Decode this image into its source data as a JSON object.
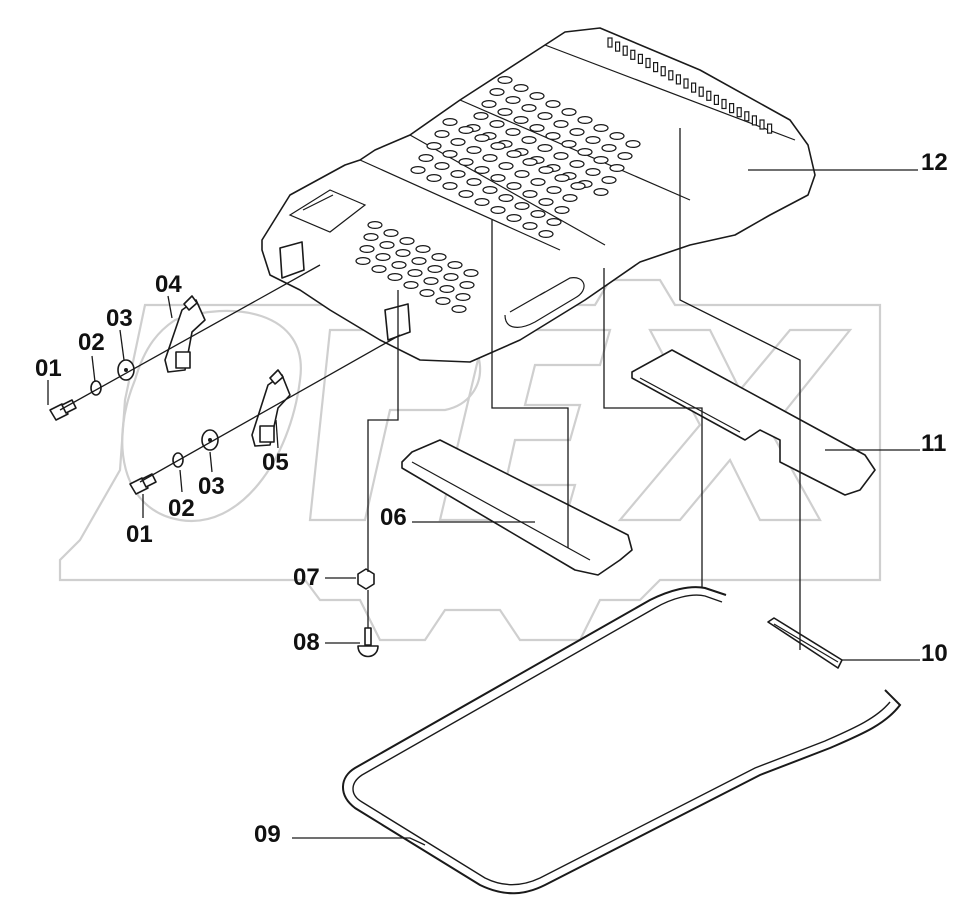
{
  "diagram": {
    "callouts": [
      {
        "id": "c01a",
        "text": "01"
      },
      {
        "id": "c02a",
        "text": "02"
      },
      {
        "id": "c03a",
        "text": "03"
      },
      {
        "id": "c04",
        "text": "04"
      },
      {
        "id": "c01b",
        "text": "01"
      },
      {
        "id": "c02b",
        "text": "02"
      },
      {
        "id": "c03b",
        "text": "03"
      },
      {
        "id": "c05",
        "text": "05"
      },
      {
        "id": "c06",
        "text": "06"
      },
      {
        "id": "c07",
        "text": "07"
      },
      {
        "id": "c08",
        "text": "08"
      },
      {
        "id": "c09",
        "text": "09"
      },
      {
        "id": "c10",
        "text": "10"
      },
      {
        "id": "c11",
        "text": "11"
      },
      {
        "id": "c12",
        "text": "12"
      }
    ],
    "watermark": "OPEX"
  }
}
